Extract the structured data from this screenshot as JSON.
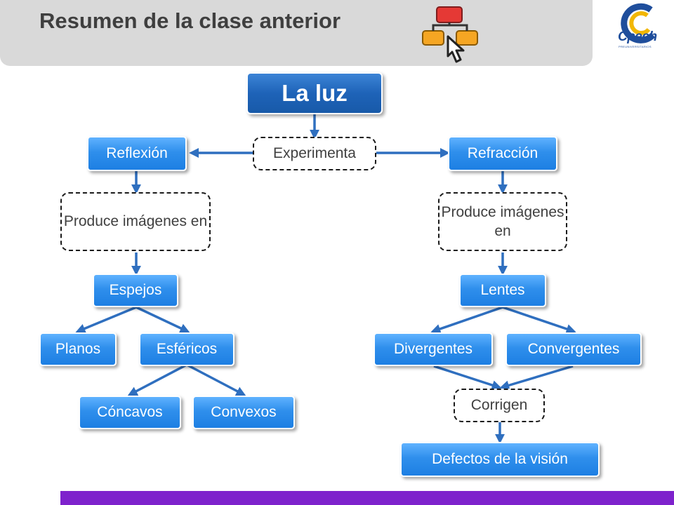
{
  "header": {
    "title": "Resumen de la clase anterior"
  },
  "logo": {
    "text": "Cpech",
    "subtext": "PREUNIVERSITARIOS"
  },
  "colors": {
    "node_blue": "#2f8fec",
    "root_blue": "#1e63b8",
    "arrow": "#2f6fbf",
    "footer": "#7e22cc"
  },
  "diagram": {
    "root": "La luz",
    "relation": "Experimenta",
    "left": {
      "branch": "Reflexión",
      "produce": "Produce imágenes en",
      "result": "Espejos",
      "types": [
        "Planos",
        "Esféricos"
      ],
      "subtypes": [
        "Cóncavos",
        "Convexos"
      ]
    },
    "right": {
      "branch": "Refracción",
      "produce": "Produce imágenes en",
      "result": "Lentes",
      "types": [
        "Divergentes",
        "Convergentes"
      ],
      "corrige": "Corrigen",
      "corrige_target": "Defectos de la visión"
    }
  }
}
